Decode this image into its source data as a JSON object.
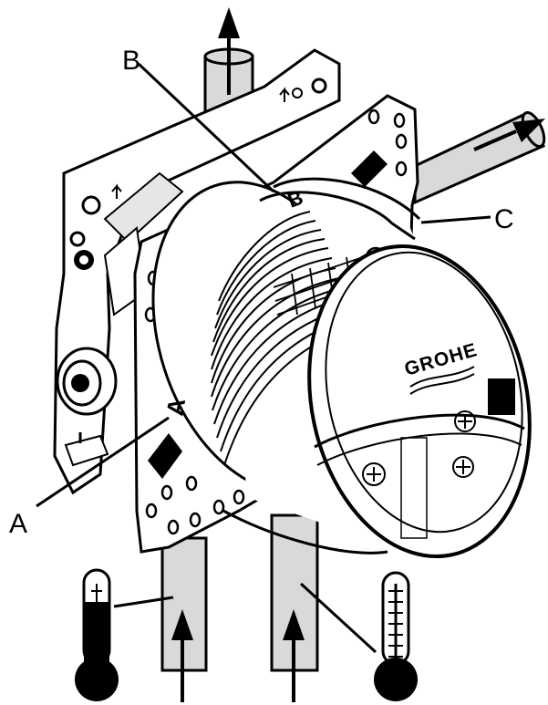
{
  "callouts": {
    "a": "A",
    "b": "B",
    "c": "C"
  },
  "cartridge": {
    "brand": "GROHE",
    "mark_a": "A",
    "mark_b": "B"
  },
  "icons": {
    "cold": "thermometer-cold-icon",
    "hot": "thermometer-hot-icon",
    "flow": "flow-arrow-icon"
  },
  "colors": {
    "line": "#000000",
    "pipe": "#d9d9d9",
    "body": "#ffffff",
    "shade": "#e6e6e6"
  }
}
